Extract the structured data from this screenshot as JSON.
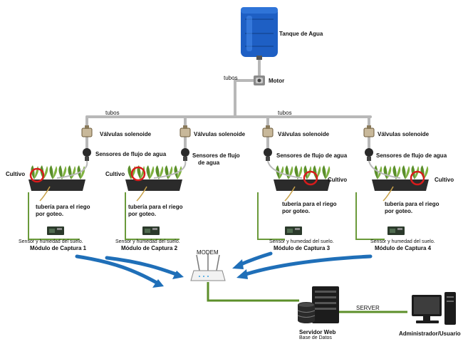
{
  "labels": {
    "tank": "Tanque de Agua",
    "motor": "Motor",
    "motor_pipe": "tubos",
    "pipes_left": "tubos",
    "pipes_right": "tubos",
    "modem": "MODEM",
    "server_line1": "Servidor Web",
    "server_line2": "Base de Datos",
    "server_link": "SERVER",
    "admin": "Administrador/Usuario"
  },
  "modules": [
    {
      "valve": "Válvulas solenoide",
      "flow_line1": "Sensores de flujo de agua",
      "flow_line2": "",
      "crop": "Cultivo",
      "drip_line1": "tubería para el riego",
      "drip_line2": "por goteo.",
      "sensor_line1": "Sensor y humedad del suelo.",
      "sensor_line2": "Módulo de Captura 1"
    },
    {
      "valve": "Válvulas solenoide",
      "flow_line1": "Sensores de flujo",
      "flow_line2": "de agua",
      "crop": "Cultivo",
      "drip_line1": "tubería para el riego",
      "drip_line2": "por goteo.",
      "sensor_line1": "Sensor y humedad del suelo.",
      "sensor_line2": "Módulo de Captura 2"
    },
    {
      "valve": "Válvulas solenoide",
      "flow_line1": "Sensores de flujo de agua",
      "flow_line2": "",
      "crop": "Cultivo",
      "drip_line1": "tubería para el riego",
      "drip_line2": "por goteo.",
      "sensor_line1": "Sensor y humedad del suelo.",
      "sensor_line2": "Módulo de Captura 3"
    },
    {
      "valve": "Válvulas solenoide",
      "flow_line1": "Sensores de flujo de agua",
      "flow_line2": "",
      "crop": "Cultivo",
      "drip_line1": "tubería para el riego",
      "drip_line2": "por goteo.",
      "sensor_line1": "Sensor y humedad del suelo.",
      "sensor_line2": "Módulo de Captura 4"
    }
  ],
  "colors": {
    "pipe": "#b8b8b8",
    "wireless_arrow": "#1f6fb8",
    "network_link": "#5d8f2a",
    "sensor_link": "#6a9a3a",
    "tank": "#1e5fc4",
    "highlight_ring": "#d81b1b",
    "planter": "#2b2b2b",
    "plant": "#5a8f2a"
  },
  "icons": [
    "water-tank-icon",
    "motor-icon",
    "solenoid-valve-icon",
    "flow-sensor-icon",
    "plant-bed-icon",
    "sensor-board-icon",
    "modem-router-icon",
    "server-database-icon",
    "computer-workstation-icon"
  ]
}
